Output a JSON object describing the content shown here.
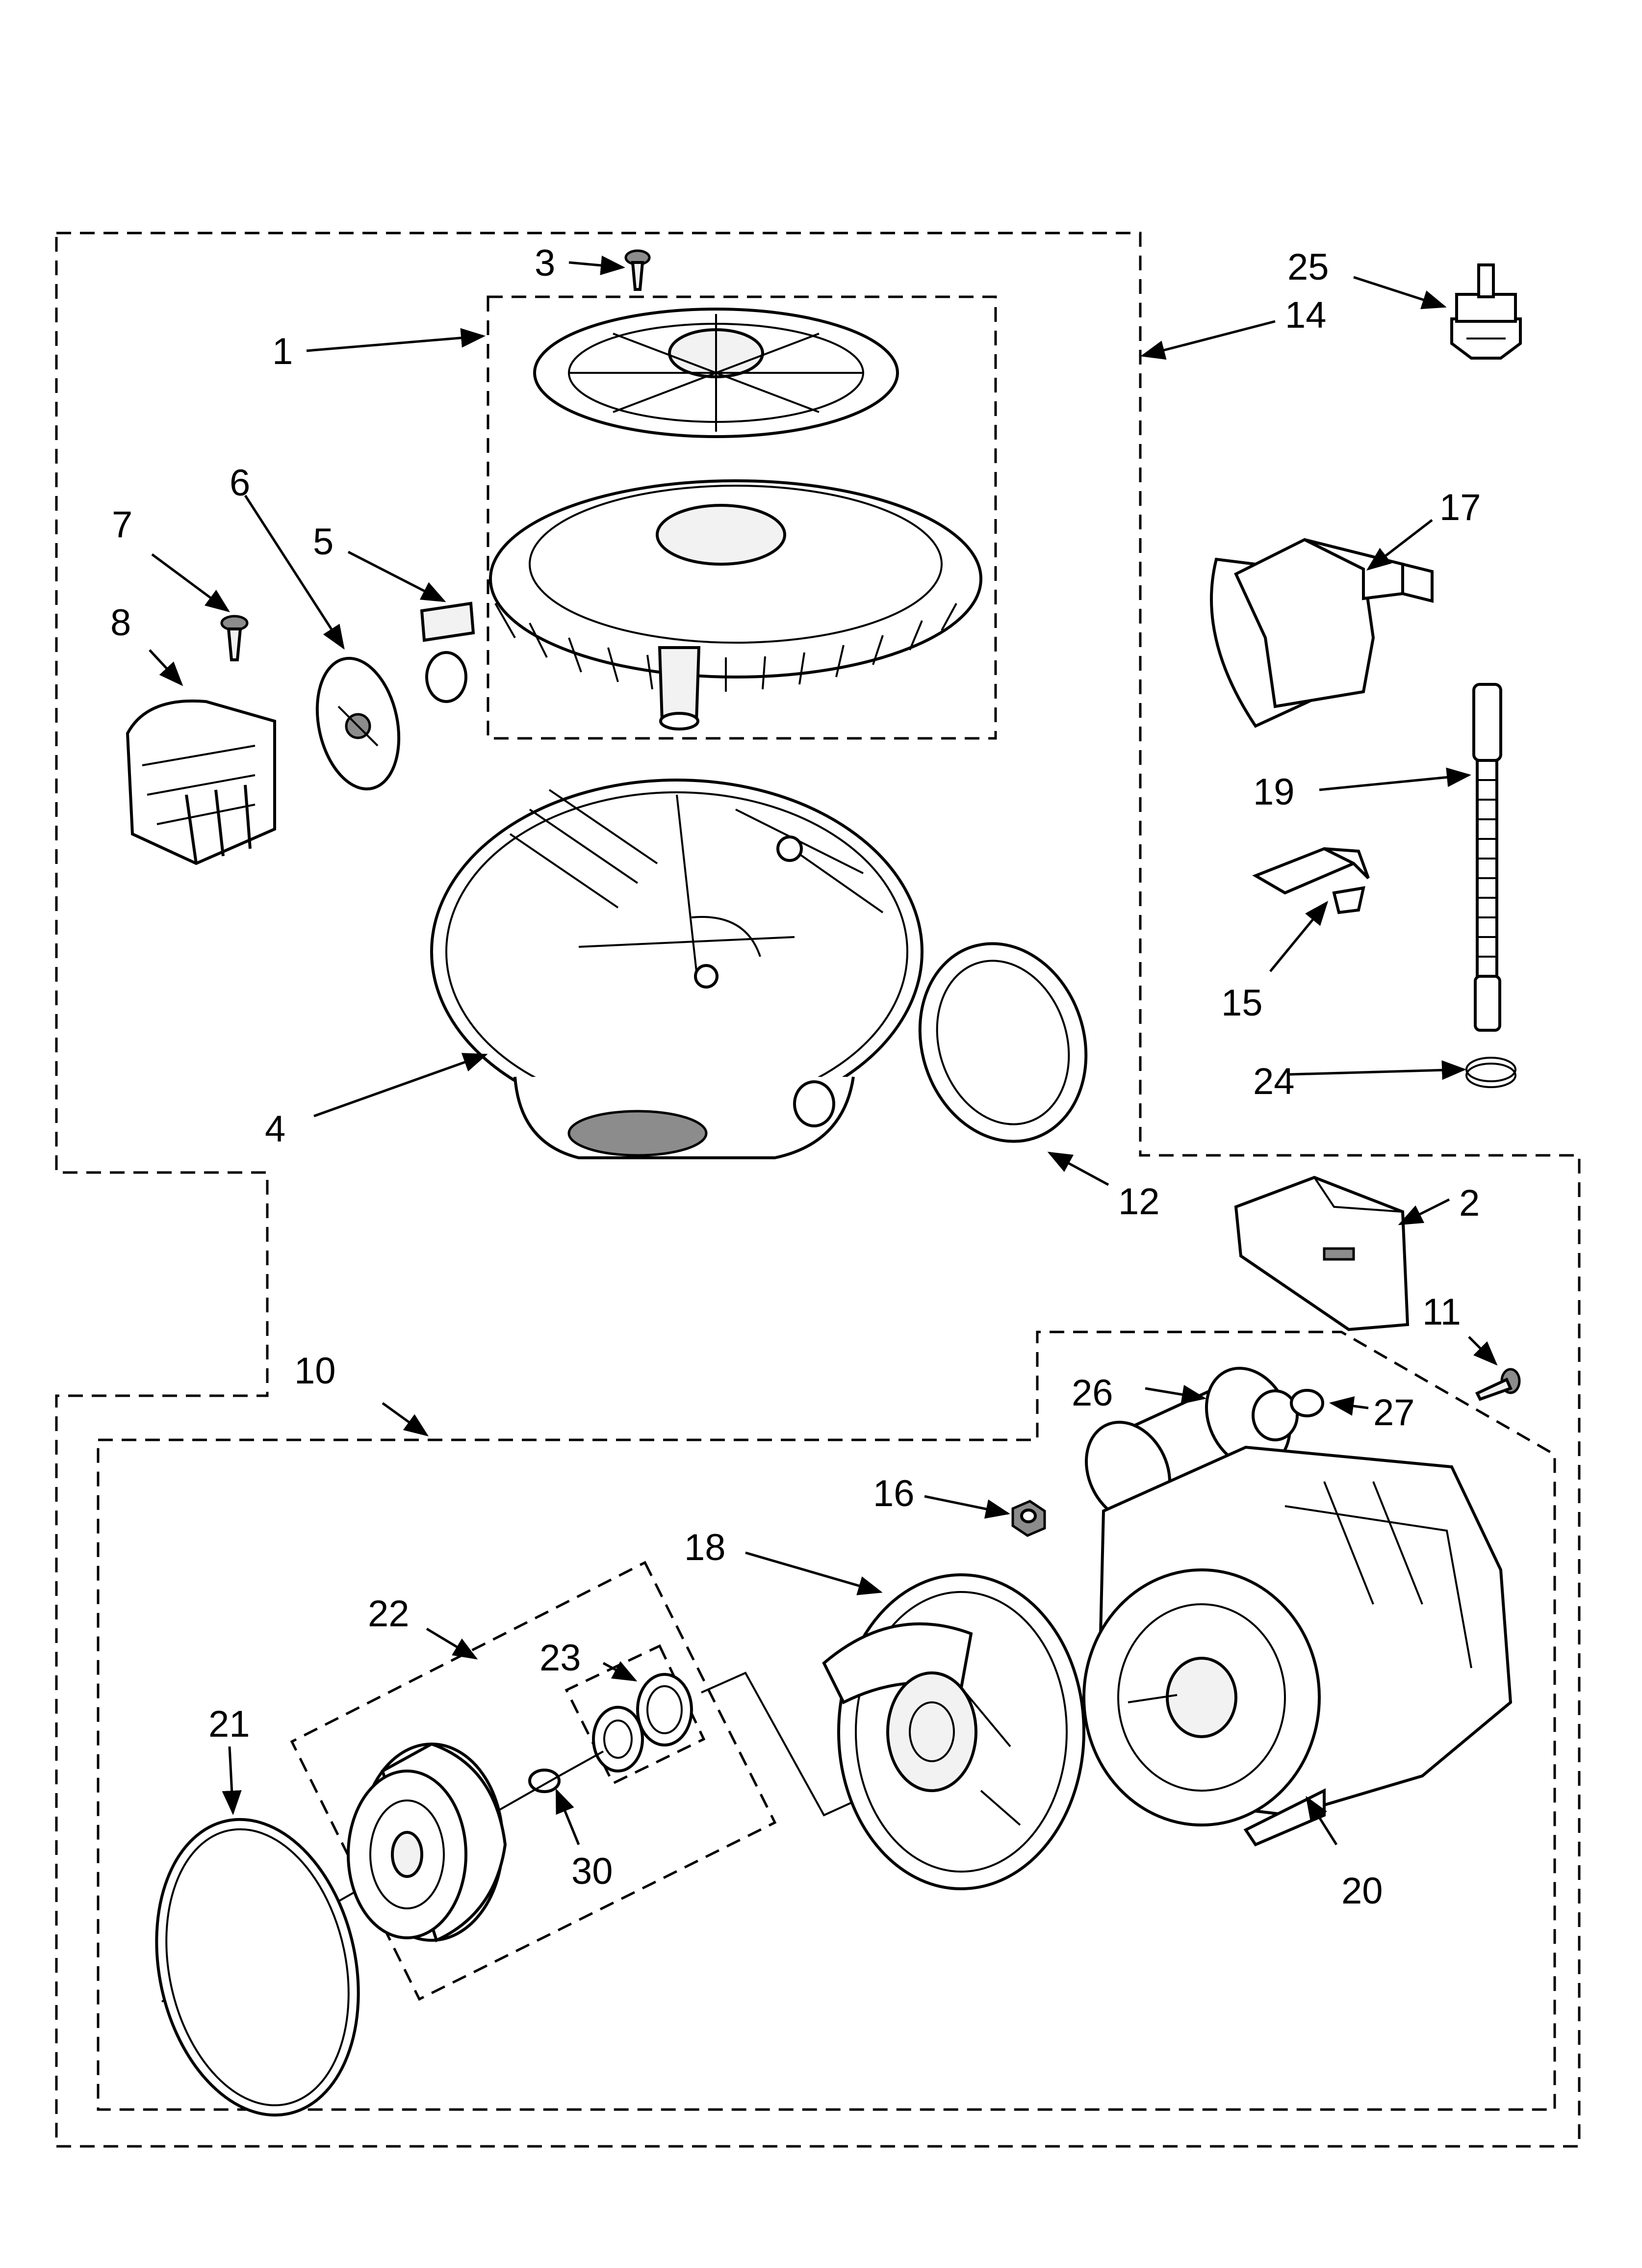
{
  "callouts": [
    {
      "id": "c1",
      "label": "1"
    },
    {
      "id": "c2",
      "label": "2"
    },
    {
      "id": "c3",
      "label": "3"
    },
    {
      "id": "c4",
      "label": "4"
    },
    {
      "id": "c5",
      "label": "5"
    },
    {
      "id": "c6",
      "label": "6"
    },
    {
      "id": "c7",
      "label": "7"
    },
    {
      "id": "c8",
      "label": "8"
    },
    {
      "id": "c10",
      "label": "10"
    },
    {
      "id": "c11",
      "label": "11"
    },
    {
      "id": "c12",
      "label": "12"
    },
    {
      "id": "c14",
      "label": "14"
    },
    {
      "id": "c15",
      "label": "15"
    },
    {
      "id": "c16",
      "label": "16"
    },
    {
      "id": "c17",
      "label": "17"
    },
    {
      "id": "c18",
      "label": "18"
    },
    {
      "id": "c19",
      "label": "19"
    },
    {
      "id": "c20",
      "label": "20"
    },
    {
      "id": "c21",
      "label": "21"
    },
    {
      "id": "c22",
      "label": "22"
    },
    {
      "id": "c23",
      "label": "23"
    },
    {
      "id": "c24",
      "label": "24"
    },
    {
      "id": "c25",
      "label": "25"
    },
    {
      "id": "c26",
      "label": "26"
    },
    {
      "id": "c27",
      "label": "27"
    },
    {
      "id": "c30",
      "label": "30"
    }
  ]
}
